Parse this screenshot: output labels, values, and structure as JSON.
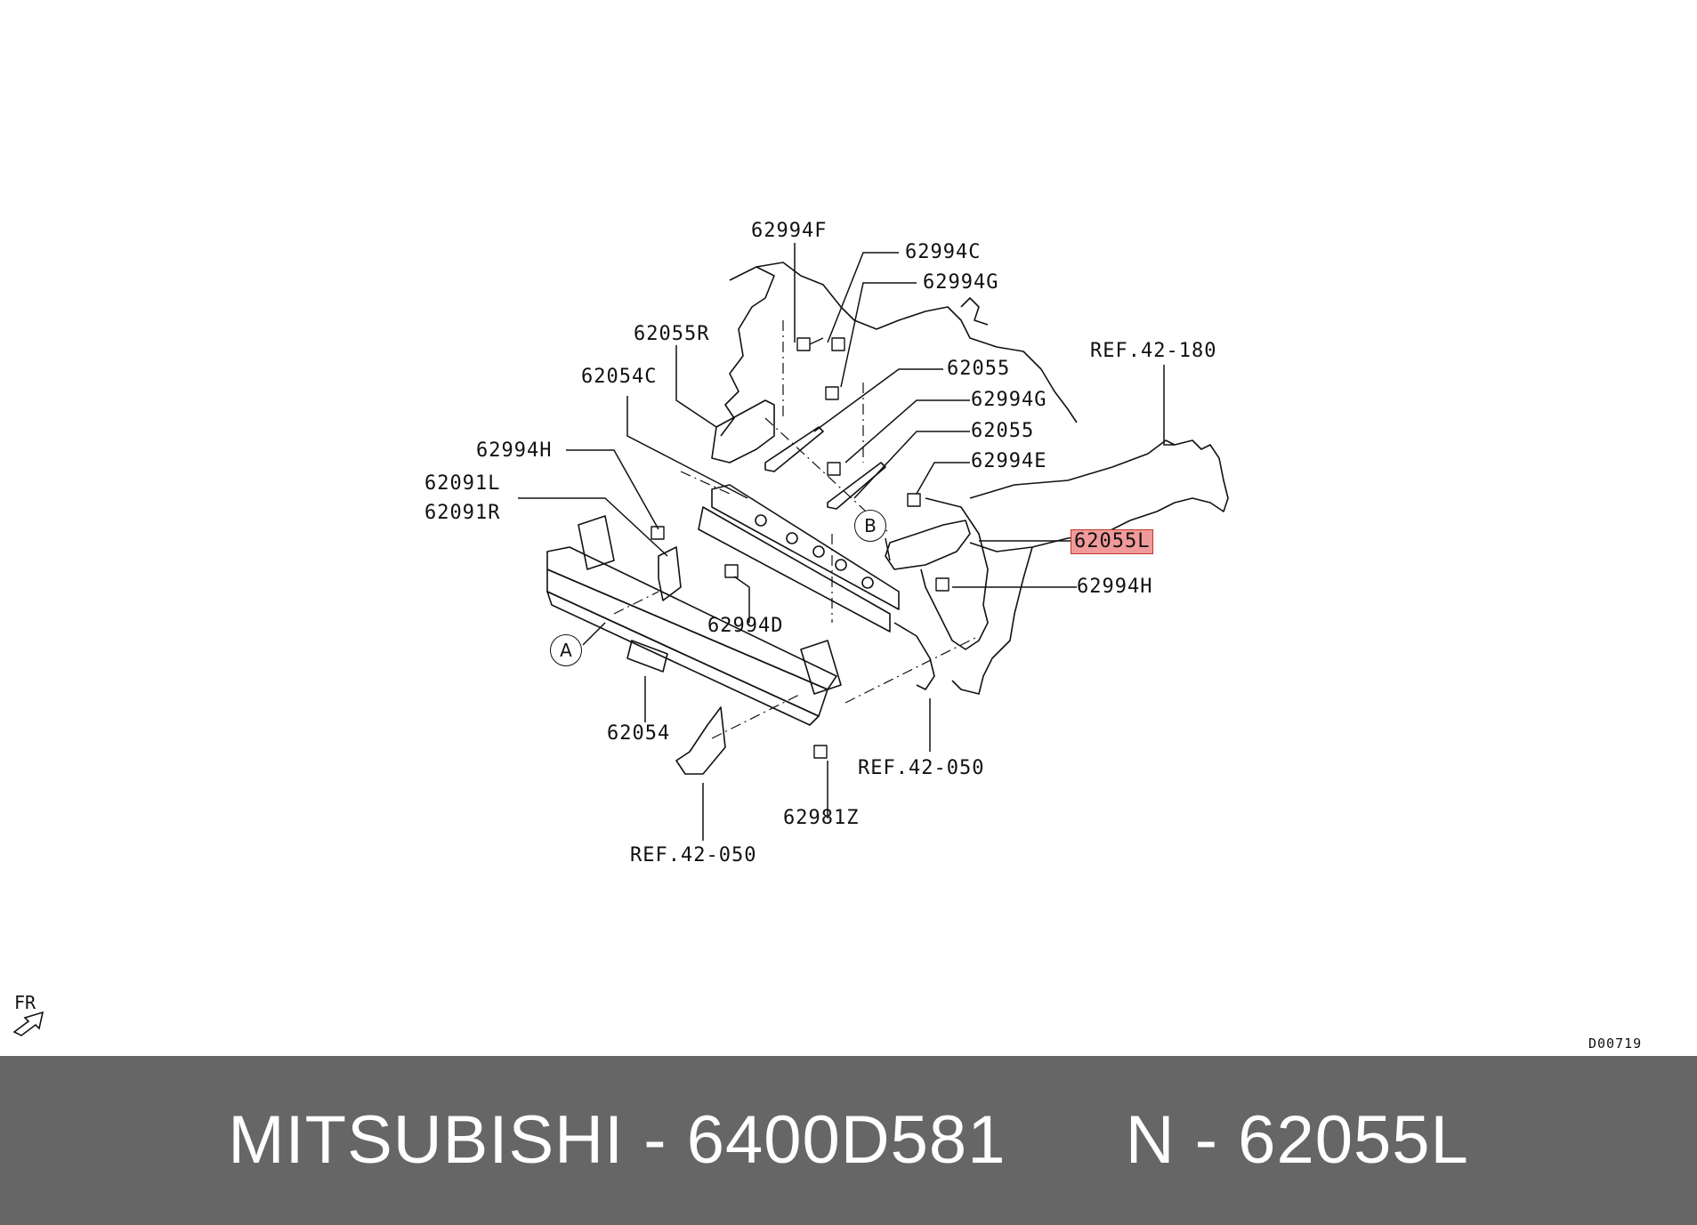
{
  "diagram": {
    "callouts": {
      "p62994F": "62994F",
      "p62994C": "62994C",
      "p62994G_top": "62994G",
      "p62055R": "62055R",
      "pREF42_180": "REF.42-180",
      "p62055_a": "62055",
      "p62054C": "62054C",
      "p62994G_mid": "62994G",
      "p62055_b": "62055",
      "p62994H_left": "62994H",
      "p62994E": "62994E",
      "p62091L": "62091L",
      "p62091R": "62091R",
      "p62055L": "62055L",
      "p62994H_right": "62994H",
      "p62994D": "62994D",
      "p62054": "62054",
      "pREF42_050_right": "REF.42-050",
      "p62981Z": "62981Z",
      "pREF42_050_bottom": "REF.42-050"
    },
    "highlighted_part": "62055L",
    "highlight_color": "#f19a9a",
    "markers": {
      "a": "A",
      "b": "B"
    },
    "direction_label": "FR",
    "drawing_code": "D00719"
  },
  "footer": {
    "brand": "MITSUBISHI",
    "dash1": "-",
    "part_number": "6400D581",
    "prefix": "N",
    "dash2": "-",
    "ref_code": "62055L",
    "background": "#666666"
  }
}
